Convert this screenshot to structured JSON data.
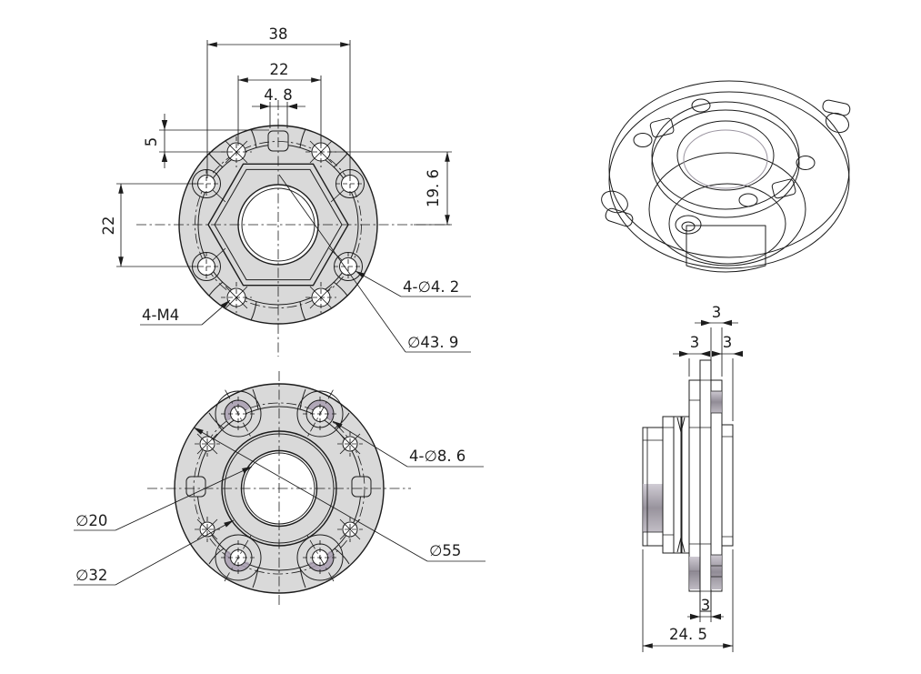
{
  "colors": {
    "part_fill": "#d9d9d9",
    "line": "#1c1c1c",
    "bg": "#ffffff",
    "bore_tint": "#a29aa8"
  },
  "front_view": {
    "dim_38": "38",
    "dim_22_top": "22",
    "dim_4_8": "4. 8",
    "dim_5": "5",
    "dim_22_left": "22",
    "dim_19_6": "19. 6",
    "label_m4": "4-M4",
    "label_d42": "4-∅4. 2",
    "label_d439": "∅43. 9"
  },
  "back_view": {
    "label_d86": "4-∅8. 6",
    "label_d20": "∅20",
    "label_d32": "∅32",
    "label_d55": "∅55"
  },
  "side_view": {
    "dim_3_top": "3",
    "dim_3_left": "3",
    "dim_3_right": "3",
    "dim_3_bottom": "3",
    "dim_24_5": "24. 5"
  }
}
